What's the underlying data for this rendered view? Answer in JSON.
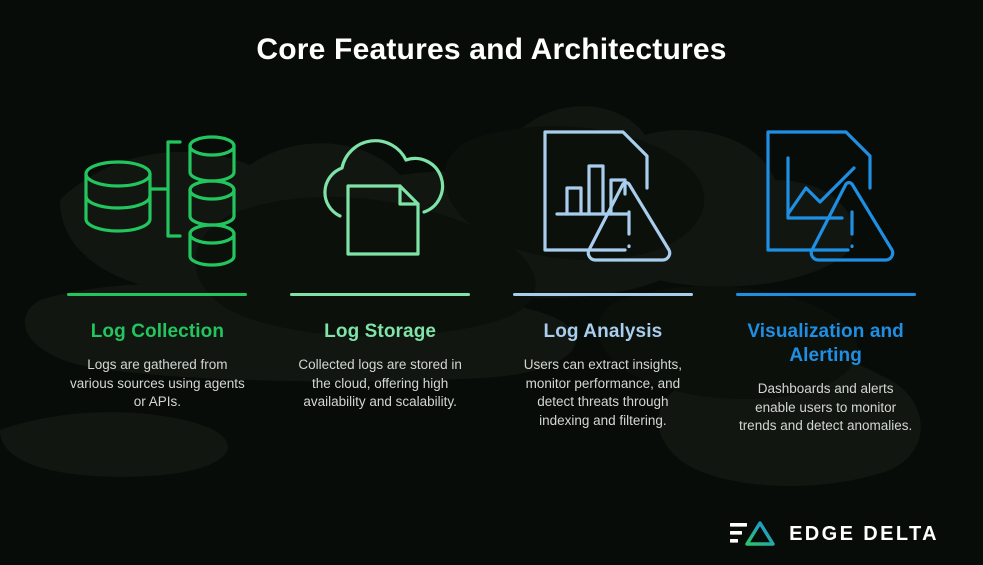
{
  "page": {
    "title": "Core Features and Architectures",
    "background_color": "#080c09",
    "blob_color": "#111610",
    "body_text_color": "#d4d6d3"
  },
  "columns": [
    {
      "icon_name": "database-distribution-icon",
      "accent": "#22c55e",
      "divider_color": "#22c55e",
      "heading": "Log Collection",
      "body": "Logs are gathered from various sources using agents or APIs."
    },
    {
      "icon_name": "cloud-document-icon",
      "accent": "#7fe3a8",
      "divider_color": "#7fe3a8",
      "heading": "Log Storage",
      "body": "Collected logs are stored in the cloud, offering high availability and scalability."
    },
    {
      "icon_name": "document-bar-chart-alert-icon",
      "accent": "#a9cdec",
      "divider_color": "#a9cdec",
      "heading": "Log Analysis",
      "body": "Users can extract insights, monitor performance, and detect threats through indexing and filtering."
    },
    {
      "icon_name": "document-line-chart-alert-icon",
      "accent": "#1f8fe3",
      "divider_color": "#1f8fe3",
      "heading": "Visualization and Alerting",
      "body": "Dashboards and alerts enable users to monitor trends and detect anomalies."
    }
  ],
  "logo": {
    "mark_name": "edge-delta-logo-mark",
    "wordmark": "EDGE DELTA",
    "gradient_start": "#2bc46a",
    "gradient_end": "#1f8fe3",
    "bar_color": "#ffffff"
  }
}
